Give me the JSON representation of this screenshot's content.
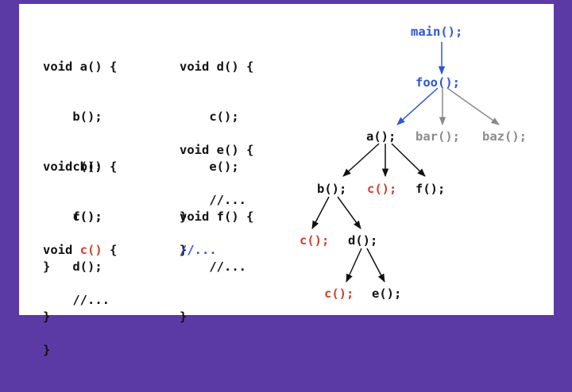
{
  "code_left": [
    {
      "lines": [
        "void a() {",
        "    b();",
        "    c();",
        "    f();",
        "}"
      ]
    },
    {
      "lines": [
        "void b() {",
        "    c();",
        "    d();",
        "}"
      ]
    },
    {
      "lines": [
        "void c() {",
        "    //...",
        "}"
      ],
      "highlight": "c()"
    }
  ],
  "code_right": [
    {
      "lines": [
        "void d() {",
        "    c();",
        "    e();",
        "}"
      ]
    },
    {
      "lines": [
        "void e() {",
        "    //...",
        "}"
      ]
    },
    {
      "lines": [
        "void f() {",
        "    //...",
        "}"
      ]
    }
  ],
  "ellipsis_comment": "//...",
  "tree": {
    "nodes": {
      "main": "main();",
      "foo": "foo();",
      "a": "a();",
      "bar": "bar();",
      "baz": "baz();",
      "b": "b();",
      "c1": "c();",
      "f": "f();",
      "c2": "c();",
      "d": "d();",
      "c3": "c();",
      "e": "e();"
    }
  },
  "colors": {
    "background": "#5b3aa6",
    "panel": "#ffffff",
    "text": "#111111",
    "red": "#d0402a",
    "blue": "#2f55d8",
    "gray": "#8a8a8a"
  }
}
